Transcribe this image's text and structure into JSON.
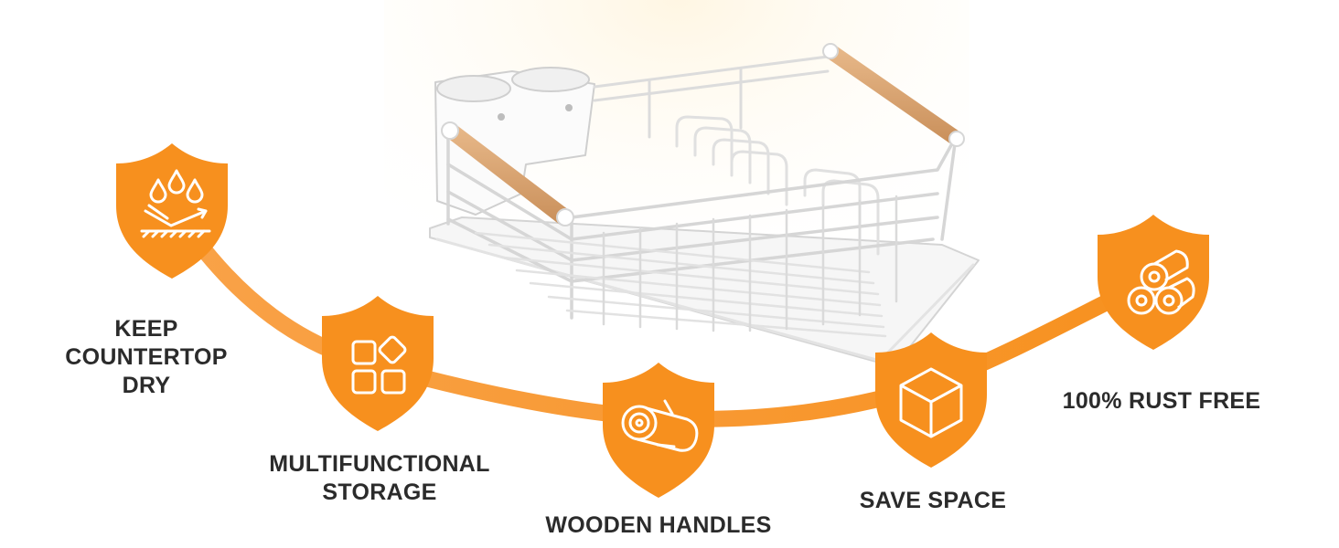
{
  "colors": {
    "accent": "#f7901e",
    "accent_dark": "#e8741a",
    "text": "#2b2b2b",
    "icon_stroke": "#ffffff",
    "wood": "#d9a270",
    "rack": "#ffffff"
  },
  "product": {
    "image": "white-dish-rack-with-wooden-handles"
  },
  "features": [
    {
      "icon": "water-drops-icon",
      "lines": [
        "KEEP",
        "COUNTERTOP",
        "DRY"
      ]
    },
    {
      "icon": "storage-blocks-icon",
      "lines": [
        "MULTIFUNCTIONAL",
        "STORAGE"
      ]
    },
    {
      "icon": "wood-log-icon",
      "lines": [
        "WOODEN HANDLES"
      ]
    },
    {
      "icon": "cube-icon",
      "lines": [
        "SAVE SPACE"
      ]
    },
    {
      "icon": "logs-stack-icon",
      "lines": [
        "100% RUST FREE"
      ]
    }
  ]
}
